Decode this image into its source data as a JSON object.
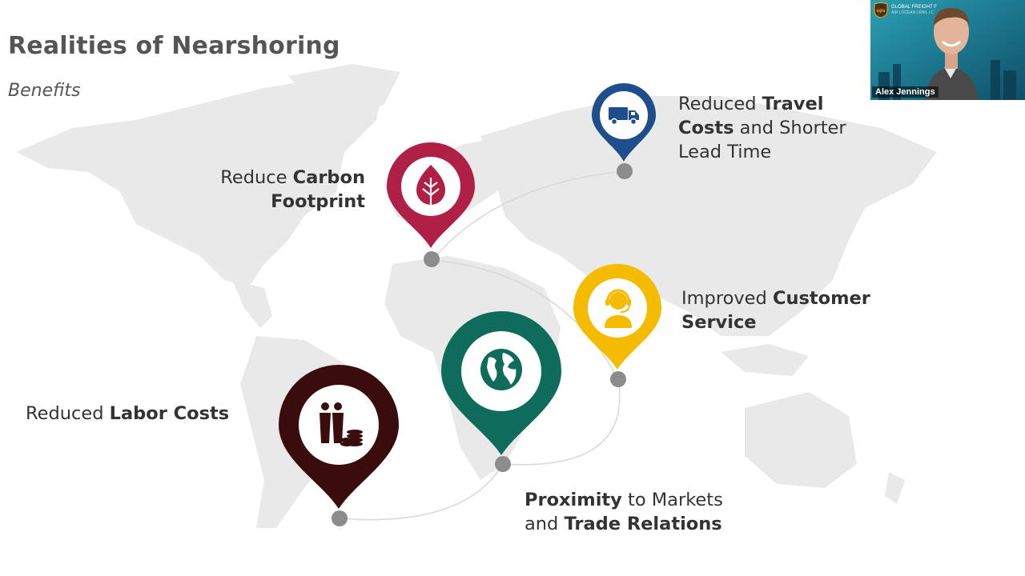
{
  "slide": {
    "title": "Realities of Nearshoring",
    "subtitle": "Benefits"
  },
  "benefits": [
    {
      "id": "travel",
      "prefix": "Reduced ",
      "bold1": "Travel",
      "line2_bold": "Costs",
      "line2_rest": " and Shorter",
      "line3": "Lead Time",
      "color": "#1f4e8c",
      "icon": "truck-icon"
    },
    {
      "id": "carbon",
      "prefix": "Reduce ",
      "bold1": "Carbon",
      "line2_bold": "Footprint",
      "color": "#b01f45",
      "icon": "leaf-icon"
    },
    {
      "id": "customer",
      "prefix": "Improved ",
      "bold1": "Customer",
      "line2_bold": "Service",
      "color": "#f5bb00",
      "icon": "headset-agent-icon"
    },
    {
      "id": "proximity",
      "bold1": "Proximity",
      "rest1": " to Markets",
      "prefix2": "and ",
      "bold2": "Trade Relations",
      "color": "#0f6b5a",
      "icon": "globe-icon"
    },
    {
      "id": "labor",
      "prefix": "Reduced ",
      "bold1": "Labor Costs",
      "color": "#3a0c0c",
      "icon": "workers-coins-icon"
    }
  ],
  "video": {
    "participant_name": "Alex Jennings",
    "brand_text": "GLOBAL FREIGHT F",
    "brand_subtext": "AIR | OCEAN | RAIL | C",
    "logo_text": "ups",
    "background_color": "#1c6f86"
  }
}
